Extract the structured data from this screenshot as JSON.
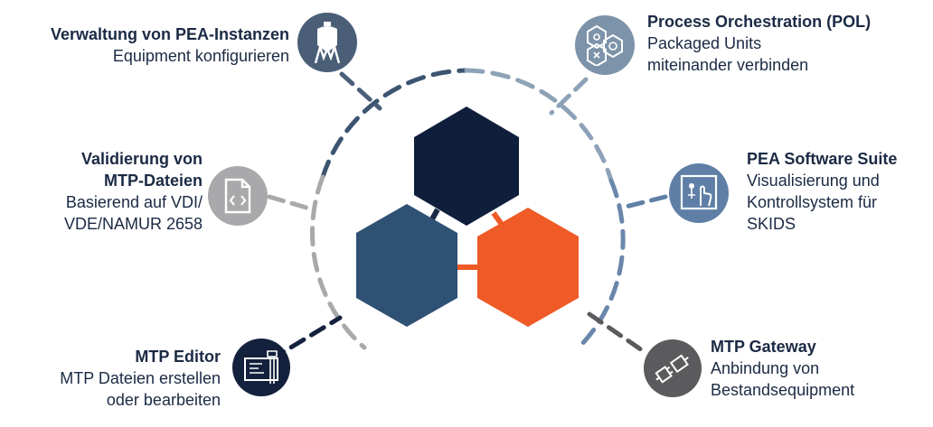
{
  "nodes": {
    "pea_instances": {
      "title": "Verwaltung von PEA-Instanzen",
      "desc": "Equipment konfigurieren",
      "color": "#4a5e78"
    },
    "pol": {
      "title": "Process Orchestration (POL)",
      "desc_1": "Packaged Units",
      "desc_2": "miteinander verbinden",
      "color": "#7d93a9"
    },
    "mtp_validation": {
      "title_1": "Validierung von",
      "title_2": "MTP-Dateien",
      "desc_1": "Basierend auf VDI/",
      "desc_2": "VDE/NAMUR 2658",
      "color": "#a9a9ab"
    },
    "pea_software": {
      "title": "PEA Software Suite",
      "desc_1": "Visualisierung und",
      "desc_2": "Kontrollsystem für",
      "desc_3": "SKIDS",
      "color": "#5f7fa6"
    },
    "mtp_editor": {
      "title": "MTP Editor",
      "desc_1": "MTP Dateien erstellen",
      "desc_2": "oder bearbeiten",
      "color": "#14213d"
    },
    "mtp_gateway": {
      "title": "MTP Gateway",
      "desc_1": "Anbindung von",
      "desc_2": "Bestandsequipment",
      "color": "#5b5b5e"
    }
  },
  "hexagons": {
    "top_color": "#0f1e3a",
    "left_color": "#2f5174",
    "right_color": "#ef5a26"
  },
  "icons": {
    "pea_instances": "silo-icon",
    "pol": "process-hexagons-icon",
    "mtp_validation": "code-file-icon",
    "pea_software": "touch-screen-icon",
    "mtp_editor": "editor-workstation-icon",
    "mtp_gateway": "connector-plug-icon"
  }
}
